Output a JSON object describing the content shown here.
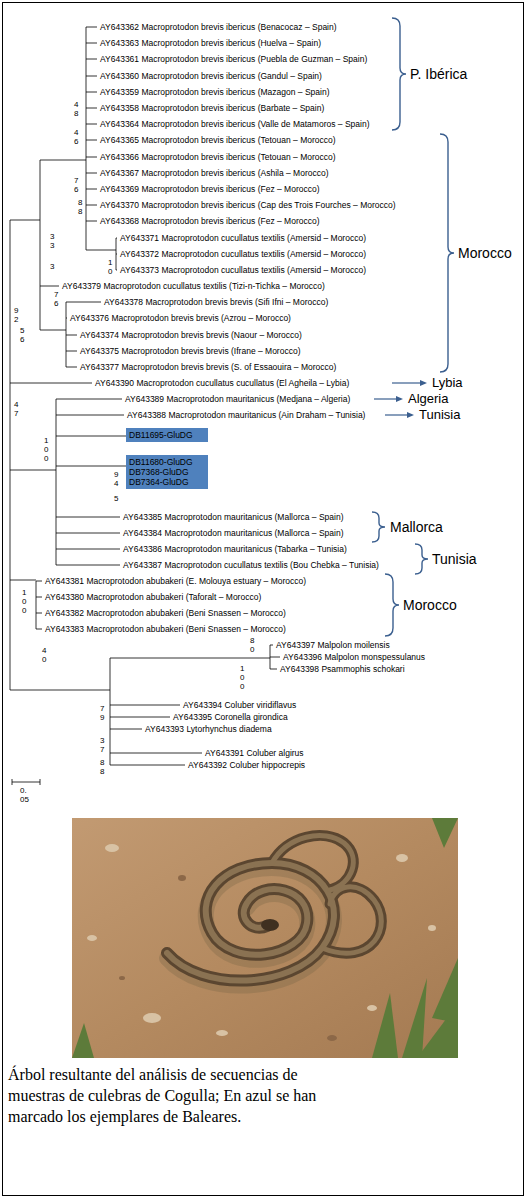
{
  "diagram": {
    "caption": "Árbol resultante del análisis de secuencias de muestras de culebras de Cogulla; En azul se han marcado los ejemplares de Baleares.",
    "nodes": [
      {
        "text": [
          "DB11695-GluDG"
        ]
      },
      {
        "text": [
          "DB11680-GluDG",
          "DB7368-GluDG",
          "DB7364-GluDG"
        ]
      }
    ],
    "labels": [
      "AY643362 Macroprotodon brevis ibericus (Benacocaz – Spain)",
      "AY643363 Macroprotodon brevis ibericus (Huelva – Spain)",
      "AY643361 Macroprotodon brevis ibericus (Puebla de Guzman – Spain)",
      "AY643360 Macroprotodon brevis ibericus (Gandul – Spain)",
      "AY643359 Macroprotodon brevis ibericus (Mazagon – Spain)",
      "AY643358 Macroprotodon brevis ibericus (Barbate – Spain)",
      "AY643364 Macroprotodon brevis ibericus (Valle de Matamoros – Spain)",
      "AY643365 Macroprotodon brevis ibericus (Tetouan – Morocco)",
      "AY643366 Macroprotodon brevis ibericus (Tetouan – Morocco)",
      "AY643367 Macroprotodon brevis ibericus (Ashila – Morocco)",
      "AY643369 Macroprotodon brevis ibericus (Fez – Morocco)",
      "AY643370 Macroprotodon brevis ibericus (Cap des Trois Fourches – Morocco)",
      "AY643368 Macroprotodon brevis ibericus (Fez – Morocco)",
      "AY643371 Macroprotodon cucullatus textilis (Amersid – Morocco)",
      "AY643372 Macroprotodon cucullatus textilis (Amersid – Morocco)",
      "AY643373 Macroprotodon cucullatus textilis (Amersid – Morocco)",
      "AY643379 Macroprotodon cucullatus textilis (Tizi-n-Tichka – Morocco)",
      "AY643378 Macroprotodon brevis brevis (Sifi Ifni – Morocco)",
      "AY643376 Macroprotodon brevis brevis (Azrou – Morocco)",
      "AY643374 Macroprotodon brevis brevis (Naour – Morocco)",
      "AY643375 Macroprotodon brevis brevis (Ifrane – Morocco)",
      "AY643377 Macroprotodon brevis brevis (S. of Essaouira – Morocco)",
      "AY643390 Macroprotodon cucullatus cucullatus (El Agheila – Lybia)",
      "AY643389 Macroprotodon mauritanicus (Medjana – Algeria)",
      "AY643388 Macroprotodon mauritanicus (Ain Draham – Tunisia)",
      "AY643385 Macroprotodon mauritanicus (Mallorca – Spain)",
      "AY643384 Macroprotodon mauritanicus (Mallorca – Spain)",
      "AY643386 Macroprotodon mauritanicus (Tabarka – Tunisia)",
      "AY643387 Macroprotodon cucullatus textilis (Bou Chebka – Tunisia)",
      "AY643381 Macroprotodon abubakeri (E. Molouya estuary – Morocco)",
      "AY643380 Macroprotodon abubakeri (Taforalt – Morocco)",
      "AY643382 Macroprotodon abubakeri (Beni Snassen – Morocco)",
      "AY643383 Macroprotodon abubakeri (Beni Snassen – Morocco)",
      "AY643397 Malpolon moilensis",
      "AY643396 Malpolon monspessulanus",
      "AY643398 Psammophis schokari",
      "AY643394 Coluber viridiflavus",
      "AY643395 Coronella girondica",
      "AY643393 Lytorhynchus diadema",
      "AY643391 Coluber algirus",
      "AY643392 Coluber hippocrepis",
      "P. Ibérica",
      "Morocco",
      "Lybia",
      "Algeria",
      "Tunisia",
      "Mallorca",
      "Tunisia",
      "Morocco",
      "48",
      "46",
      "76",
      "88",
      "33",
      "10",
      "3",
      "76",
      "92",
      "56",
      "47",
      "100",
      "94",
      "5",
      "100",
      "80",
      "40",
      "100",
      "79",
      "37",
      "88",
      "0.05"
    ]
  }
}
